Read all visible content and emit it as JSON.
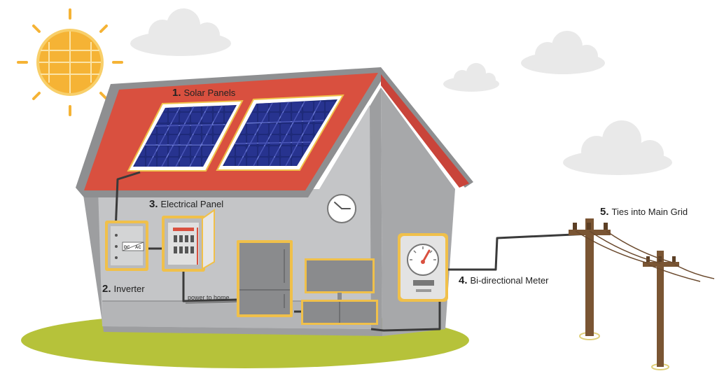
{
  "labels": {
    "solar_panels": {
      "number": "1.",
      "text": "Solar Panels"
    },
    "inverter": {
      "number": "2.",
      "text": "Inverter"
    },
    "electrical_panel": {
      "number": "3.",
      "text": "Electrical Panel"
    },
    "meter": {
      "number": "4.",
      "text": "Bi-directional Meter"
    },
    "grid": {
      "number": "5.",
      "text": "Ties into Main Grid"
    }
  },
  "wire_label": "power to home",
  "inverter_markings": {
    "dc": "DC",
    "ac": "AC"
  },
  "colors": {
    "roof": "#d9503f",
    "wall": "#a7a8aa",
    "interior": "#c4c5c7",
    "panel": "#2f3aa0",
    "sun": "#f5b335",
    "grass": "#b6c23a",
    "pole": "#7a5533",
    "highlight": "#f0c04a"
  },
  "icons": [
    "sun-icon",
    "cloud-icon",
    "clock-icon",
    "meter-gauge-icon",
    "utility-pole-icon"
  ]
}
